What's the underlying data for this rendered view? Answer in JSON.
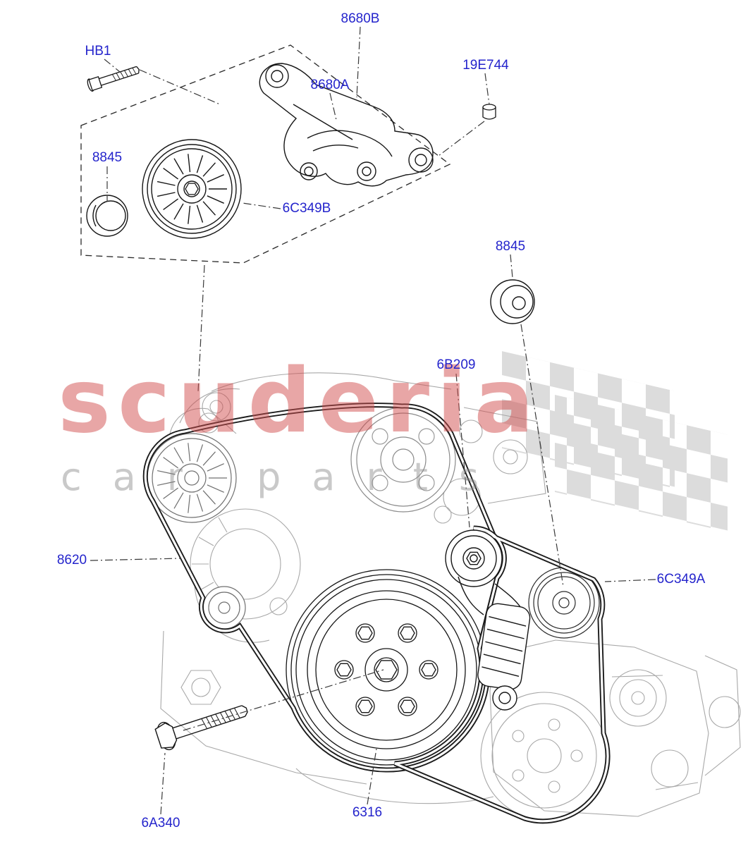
{
  "page": {
    "background_color": "#ffffff"
  },
  "watermark": {
    "line1": "scuderia",
    "line2": "car parts",
    "line1_color": "#d24f4f",
    "line2_color": "#8a8a8a"
  },
  "diagram": {
    "type": "exploded-parts-diagram",
    "subject": "engine front accessory drive - pulleys and drive belts",
    "label_color": "#2424cc",
    "labels": [
      {
        "id": "8680B",
        "text": "8680B"
      },
      {
        "id": "HB1",
        "text": "HB1"
      },
      {
        "id": "19E744",
        "text": "19E744"
      },
      {
        "id": "8680A",
        "text": "8680A"
      },
      {
        "id": "8845-idler-cap",
        "text": "8845"
      },
      {
        "id": "6C349B",
        "text": "6C349B"
      },
      {
        "id": "8845-tensioner-cap",
        "text": "8845"
      },
      {
        "id": "6B209",
        "text": "6B209"
      },
      {
        "id": "8620",
        "text": "8620"
      },
      {
        "id": "6C349A",
        "text": "6C349A"
      },
      {
        "id": "6A340",
        "text": "6A340"
      },
      {
        "id": "6316",
        "text": "6316"
      }
    ]
  }
}
